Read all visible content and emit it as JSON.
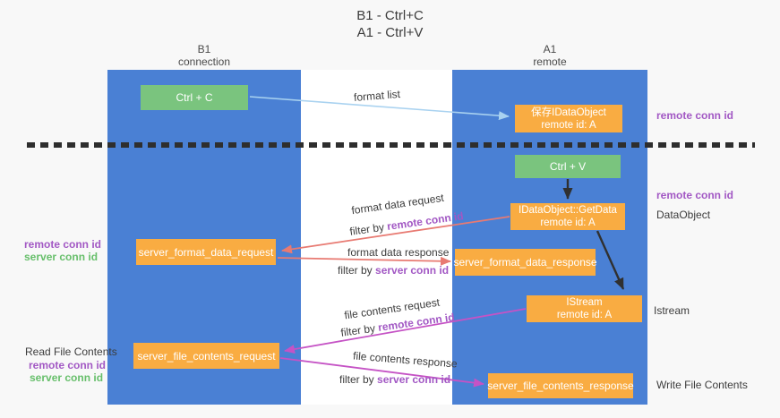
{
  "title": {
    "line1": "B1 - Ctrl+C",
    "line2": "A1 - Ctrl+V"
  },
  "lifelines": {
    "left": {
      "name": "B1",
      "role": "connection"
    },
    "right": {
      "name": "A1",
      "role": "remote"
    }
  },
  "nodes": {
    "ctrl_c": {
      "label": "Ctrl + C"
    },
    "save_dataobject": {
      "line1": "保存IDataObject",
      "line2": "remote id: A"
    },
    "ctrl_v": {
      "label": "Ctrl + V"
    },
    "getdata": {
      "line1": "IDataObject::GetData",
      "line2": "remote id: A"
    },
    "istream": {
      "line1": "IStream",
      "line2": "remote id: A"
    },
    "format_request": {
      "label": "server_format_data_request"
    },
    "format_response": {
      "label": "server_format_data_response"
    },
    "file_request": {
      "label": "server_file_contents_request"
    },
    "file_response": {
      "label": "server_file_contents_response"
    }
  },
  "arrow_labels": {
    "format_list": "format list",
    "format_data_request": "format data request",
    "filter_by_remote_1": {
      "prefix": "filter by ",
      "id": "remote conn id"
    },
    "format_data_response": "format data response",
    "filter_by_server_1": {
      "prefix": "filter by ",
      "id": "server conn id"
    },
    "file_contents_request": "file contents request",
    "filter_by_remote_2": {
      "prefix": "filter by ",
      "id": "remote conn id"
    },
    "file_contents_response": "file contents response",
    "filter_by_server_2": {
      "prefix": "filter by ",
      "id": "server conn id"
    }
  },
  "side_labels": {
    "remote_conn_top_right": "remote conn id",
    "remote_conn_mid_right": "remote conn id",
    "dataobject_right": "DataObject",
    "istream_right": "Istream",
    "write_file_right": "Write File Contents",
    "remote_conn_left_1": "remote conn id",
    "server_conn_left_1": "server conn id",
    "read_file_left": "Read File Contents",
    "remote_conn_left_2": "remote conn id",
    "server_conn_left_2": "server conn id"
  },
  "colors": {
    "lifeline_blue": "#4a80d4",
    "node_green": "#7ac47e",
    "node_orange": "#f9ac42",
    "arrow_light_blue": "#a9d2f0",
    "arrow_red": "#e87a72",
    "arrow_magenta": "#c553c5",
    "arrow_black": "#303030",
    "remote_conn_purple": "#a258c4",
    "server_conn_green": "#67bf6b",
    "text_dark": "#3c3c3c"
  }
}
